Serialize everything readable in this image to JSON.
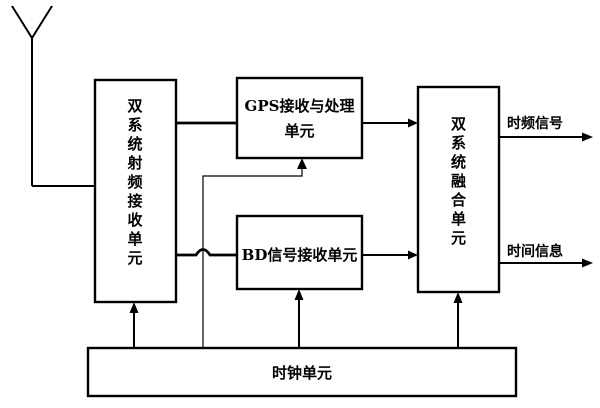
{
  "blocks": {
    "rf_unit": {
      "chars": [
        "双",
        "系",
        "统",
        "射",
        "频",
        "接",
        "收",
        "单",
        "元"
      ]
    },
    "gps_unit": {
      "line1": "GPS接收与处理",
      "line2": "单元"
    },
    "bd_unit": {
      "label": "BD信号接收单元"
    },
    "fusion_unit": {
      "chars": [
        "双",
        "系",
        "统",
        "融",
        "合",
        "单",
        "元"
      ]
    },
    "clock_unit": {
      "label": "时钟单元"
    }
  },
  "outputs": {
    "time_freq_signal": "时频信号",
    "time_info": "时间信息"
  },
  "icons": {
    "antenna": "antenna-icon"
  }
}
